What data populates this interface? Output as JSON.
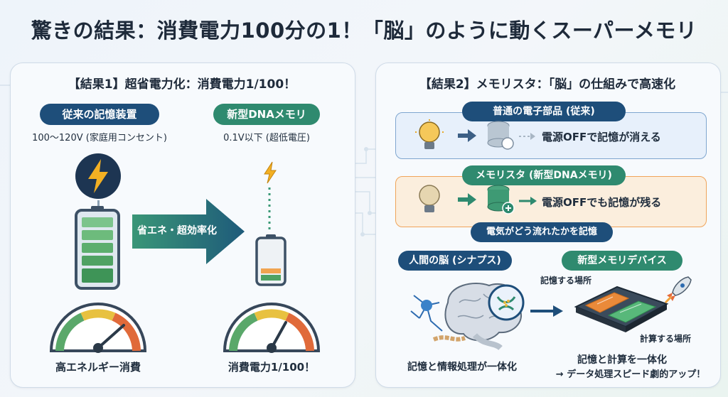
{
  "title": "驚きの結果：消費電力100分の1！「脳」のように動くスーパーメモリ",
  "left_panel": {
    "title": "【結果1】超省電力化：消費電力1/100！",
    "old_device": {
      "label": "従来の記憶装置",
      "voltage": "100〜120V (家庭用コンセント)",
      "caption": "高エネルギー消費"
    },
    "new_device": {
      "label": "新型DNAメモリ",
      "voltage": "0.1V以下 (超低電圧)",
      "caption": "消費電力1/100！"
    },
    "arrow_label": "省エネ・超効率化"
  },
  "right_panel": {
    "title": "【結果2】メモリスタ：「脳」の仕組みで高速化",
    "conventional": {
      "label": "普通の電子部品 (従来)",
      "text": "電源OFFで記憶が消える"
    },
    "memristor": {
      "label": "メモリスタ (新型DNAメモリ)",
      "text": "電源OFFでも記憶が残る",
      "note": "電気がどう流れたかを記憶"
    },
    "brain": {
      "label": "人間の脳 (シナプス)",
      "caption": "記憶と情報処理が一体化"
    },
    "device": {
      "label": "新型メモリデバイス",
      "storage": "記憶する場所",
      "compute": "計算する場所",
      "caption1": "記憶と計算を一体化",
      "caption2": "→ データ処理スピード劇的アップ！"
    }
  },
  "colors": {
    "navy": "#1e4e7a",
    "green": "#2f8a6f",
    "orange": "#f0a45a",
    "blue": "#7fa6cf"
  }
}
